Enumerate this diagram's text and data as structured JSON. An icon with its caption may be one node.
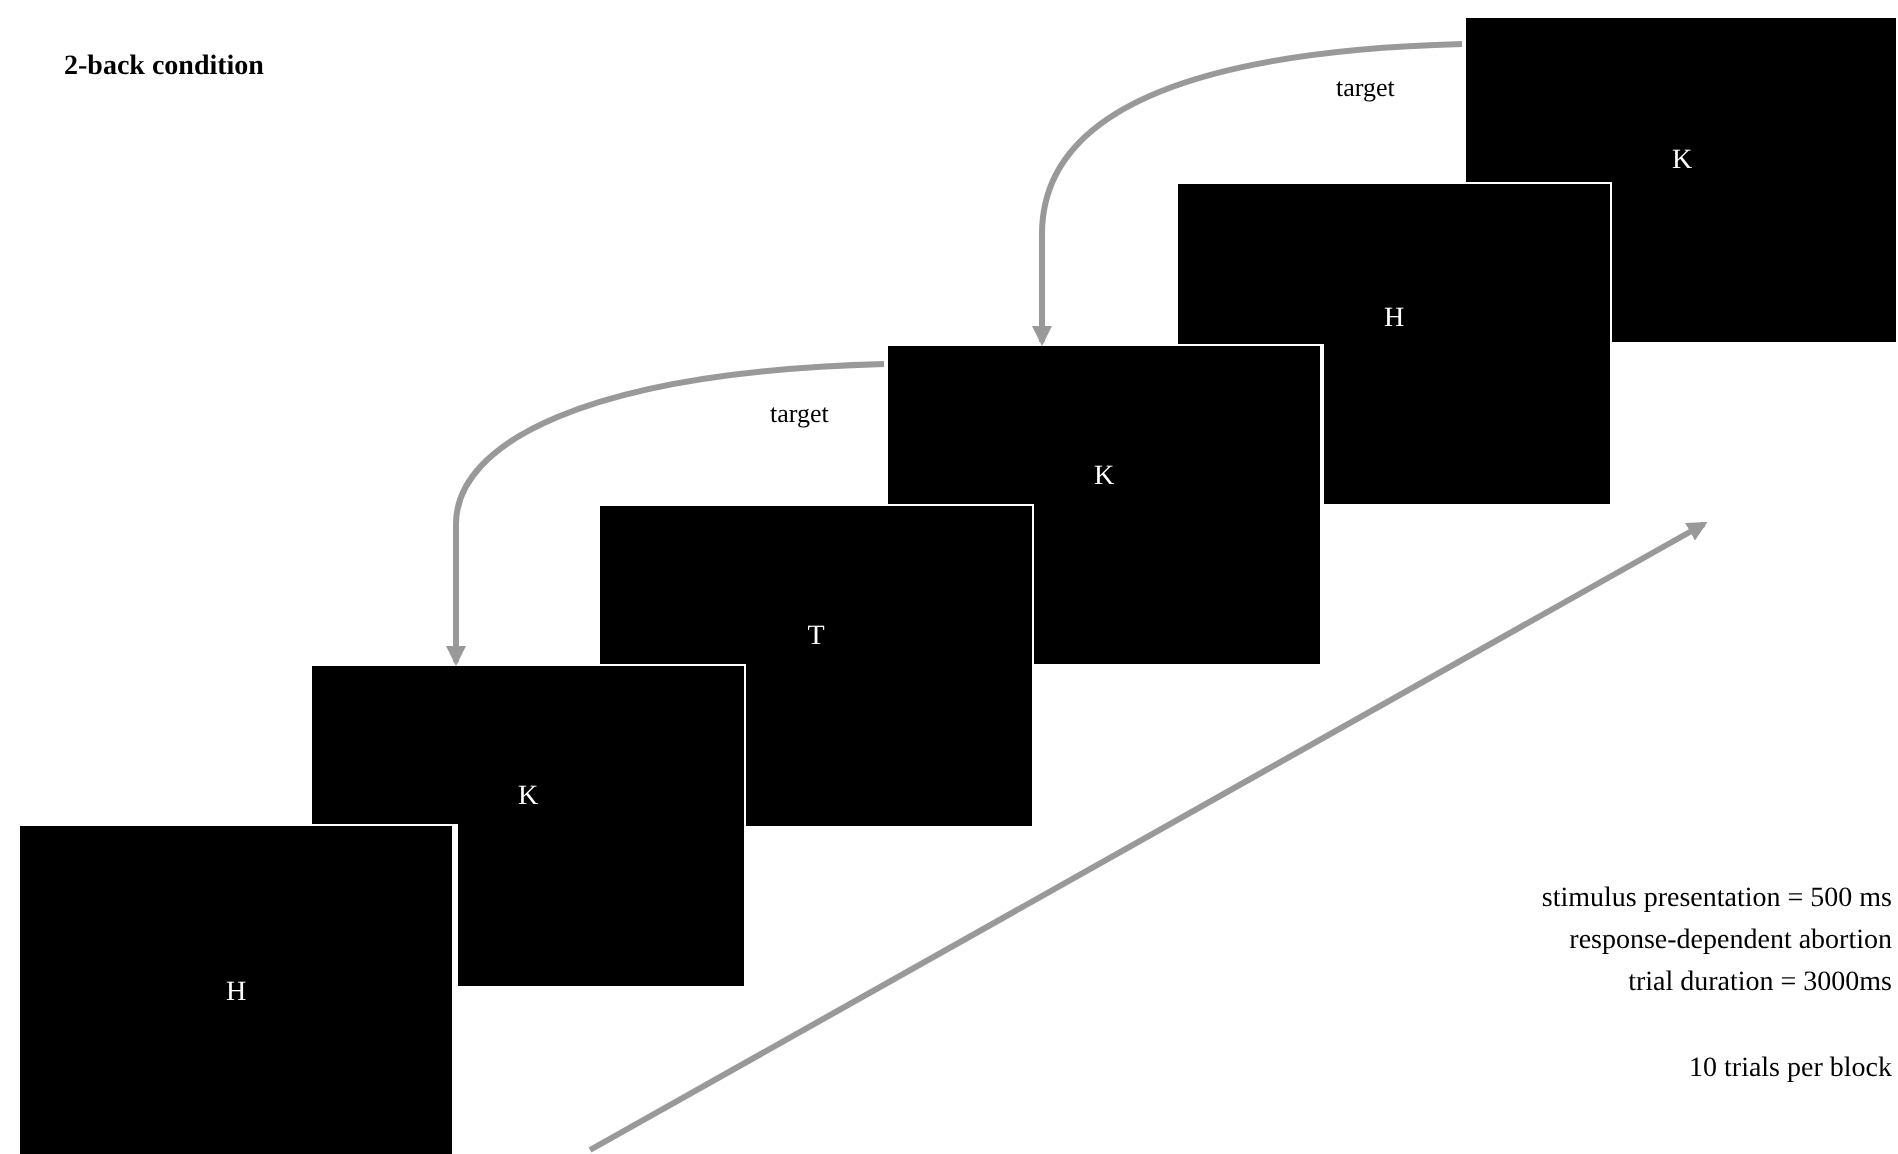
{
  "diagram": {
    "title": "2-back condition",
    "nodes": [
      {
        "text": [
          "H"
        ]
      },
      {
        "text": [
          "K"
        ]
      },
      {
        "text": [
          "T"
        ]
      },
      {
        "text": [
          "K"
        ]
      },
      {
        "text": [
          "H"
        ]
      },
      {
        "text": [
          "K"
        ]
      }
    ],
    "edges": [
      {
        "from": 5,
        "to": 3,
        "arrow": "to",
        "label": "target"
      },
      {
        "from": 3,
        "to": 1,
        "arrow": "to",
        "label": "target"
      }
    ],
    "labels": [
      "stimulus presentation = 500 ms",
      "response-dependent abortion",
      "trial duration = 3000ms",
      "10 trials per block"
    ]
  }
}
